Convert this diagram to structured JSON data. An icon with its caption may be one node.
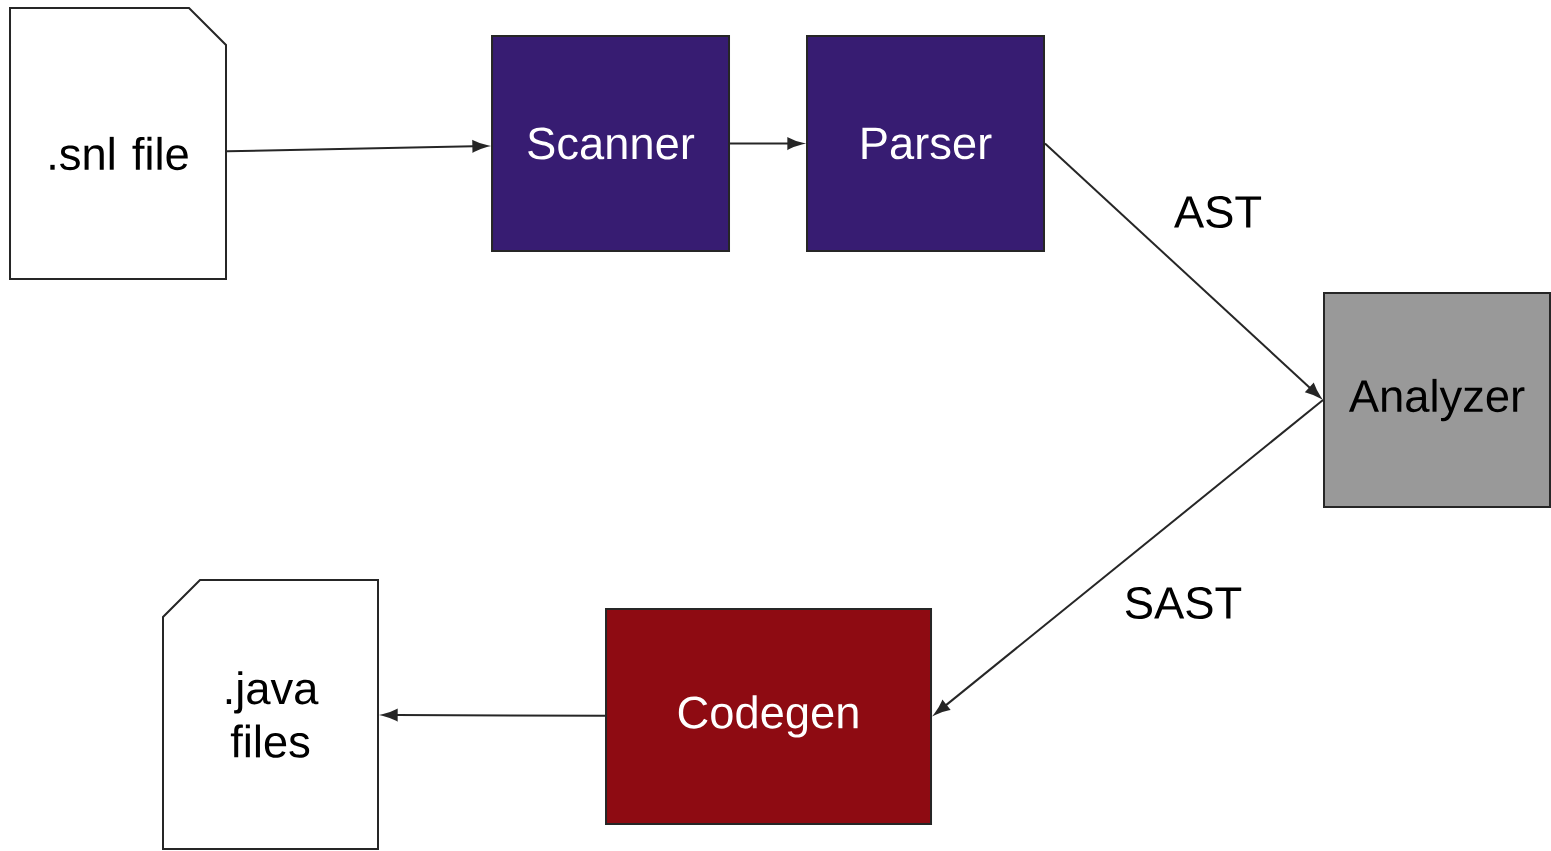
{
  "diagram": {
    "nodes": [
      {
        "text": [
          ".snl file"
        ]
      },
      {
        "text": [
          "Scanner"
        ]
      },
      {
        "text": [
          "Parser"
        ]
      },
      {
        "text": [
          "Analyzer"
        ]
      },
      {
        "text": [
          "Codegen"
        ]
      },
      {
        "text": [
          ".java files"
        ]
      }
    ],
    "edges": [
      {
        "from": 0,
        "to": 1,
        "arrow": "to"
      },
      {
        "from": 1,
        "to": 2,
        "arrow": "to"
      },
      {
        "from": 2,
        "to": 3,
        "arrow": "to",
        "label": "AST"
      },
      {
        "from": 3,
        "to": 4,
        "arrow": "to",
        "label": "SAST"
      },
      {
        "from": 4,
        "to": 5,
        "arrow": "to"
      }
    ]
  }
}
